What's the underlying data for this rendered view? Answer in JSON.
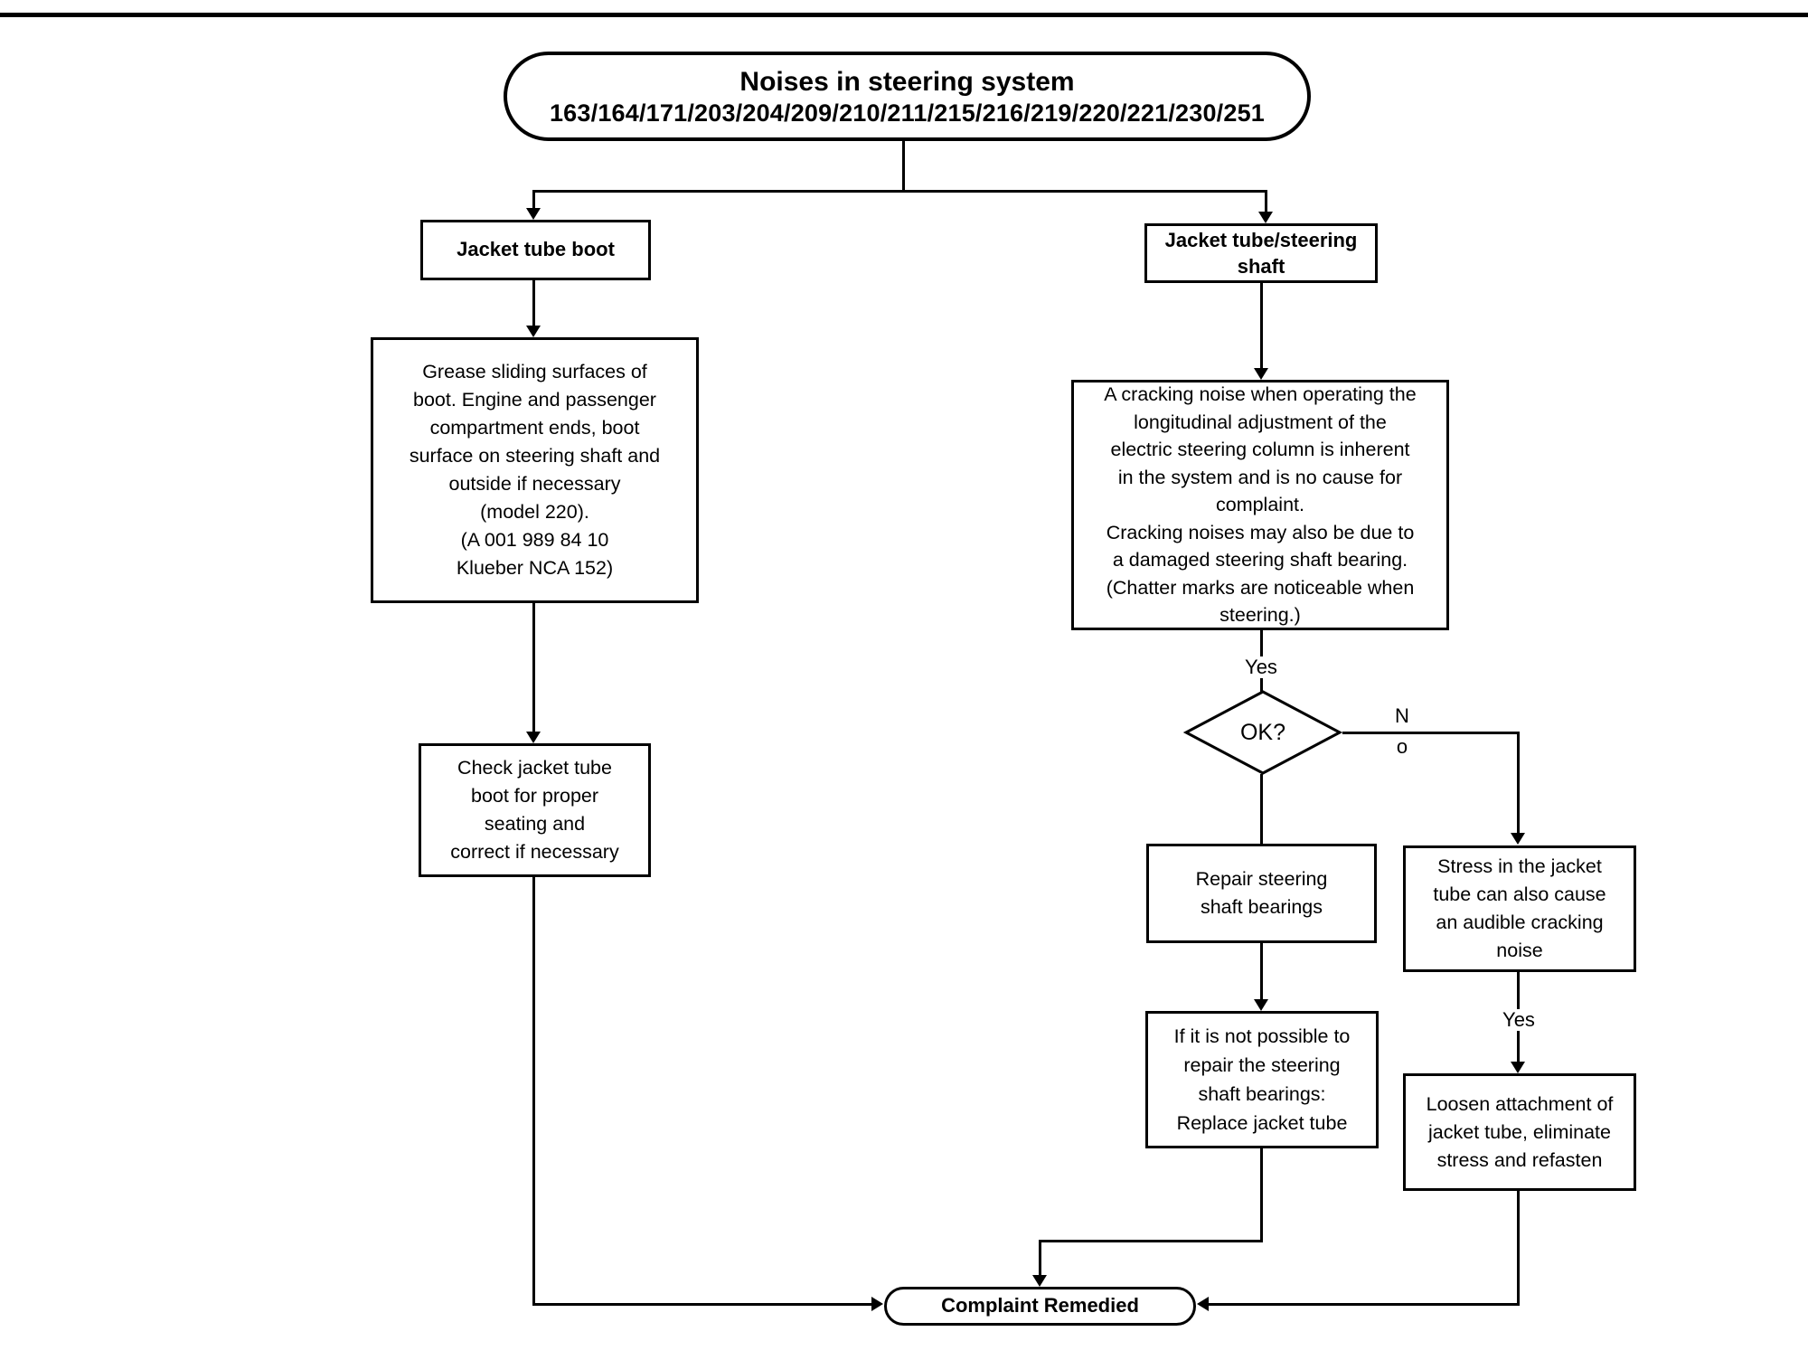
{
  "colors": {
    "ink": "#000000",
    "paper": "#ffffff"
  },
  "title": {
    "line1": "Noises in steering system",
    "line2": "163/164/171/203/204/209/210/211/215/216/219/220/221/230/251"
  },
  "branch_left": {
    "header": "Jacket tube boot",
    "grease_note": "Grease sliding surfaces of\nboot. Engine and passenger\ncompartment ends, boot\nsurface on steering shaft and\noutside if necessary\n(model 220).\n(A 001 989 84 10\nKlueber NCA 152)",
    "check_note": "Check jacket tube\nboot for proper\nseating and\ncorrect if necessary"
  },
  "branch_right": {
    "header": "Jacket tube/steering\nshaft",
    "cracking_note": "A cracking noise when operating the\nlongitudinal adjustment of the\nelectric steering column is inherent\nin the system and is no cause for\ncomplaint.\nCracking noises may also be due to\na damaged steering shaft bearing.\n(Chatter marks are noticeable when\nsteering.)",
    "decision": "OK?",
    "decision_yes": "Yes",
    "decision_no_line1": "N",
    "decision_no_line2": "o",
    "repair_note": "Repair steering\nshaft bearings",
    "replace_note": "If it is not possible to\nrepair the steering\nshaft bearings:\nReplace jacket tube",
    "stress_note": "Stress in the jacket\ntube can also cause\nan audible cracking\nnoise",
    "stress_yes": "Yes",
    "loosen_note": "Loosen attachment of\njacket tube, eliminate\nstress and refasten"
  },
  "terminal": {
    "label": "Complaint Remedied"
  }
}
